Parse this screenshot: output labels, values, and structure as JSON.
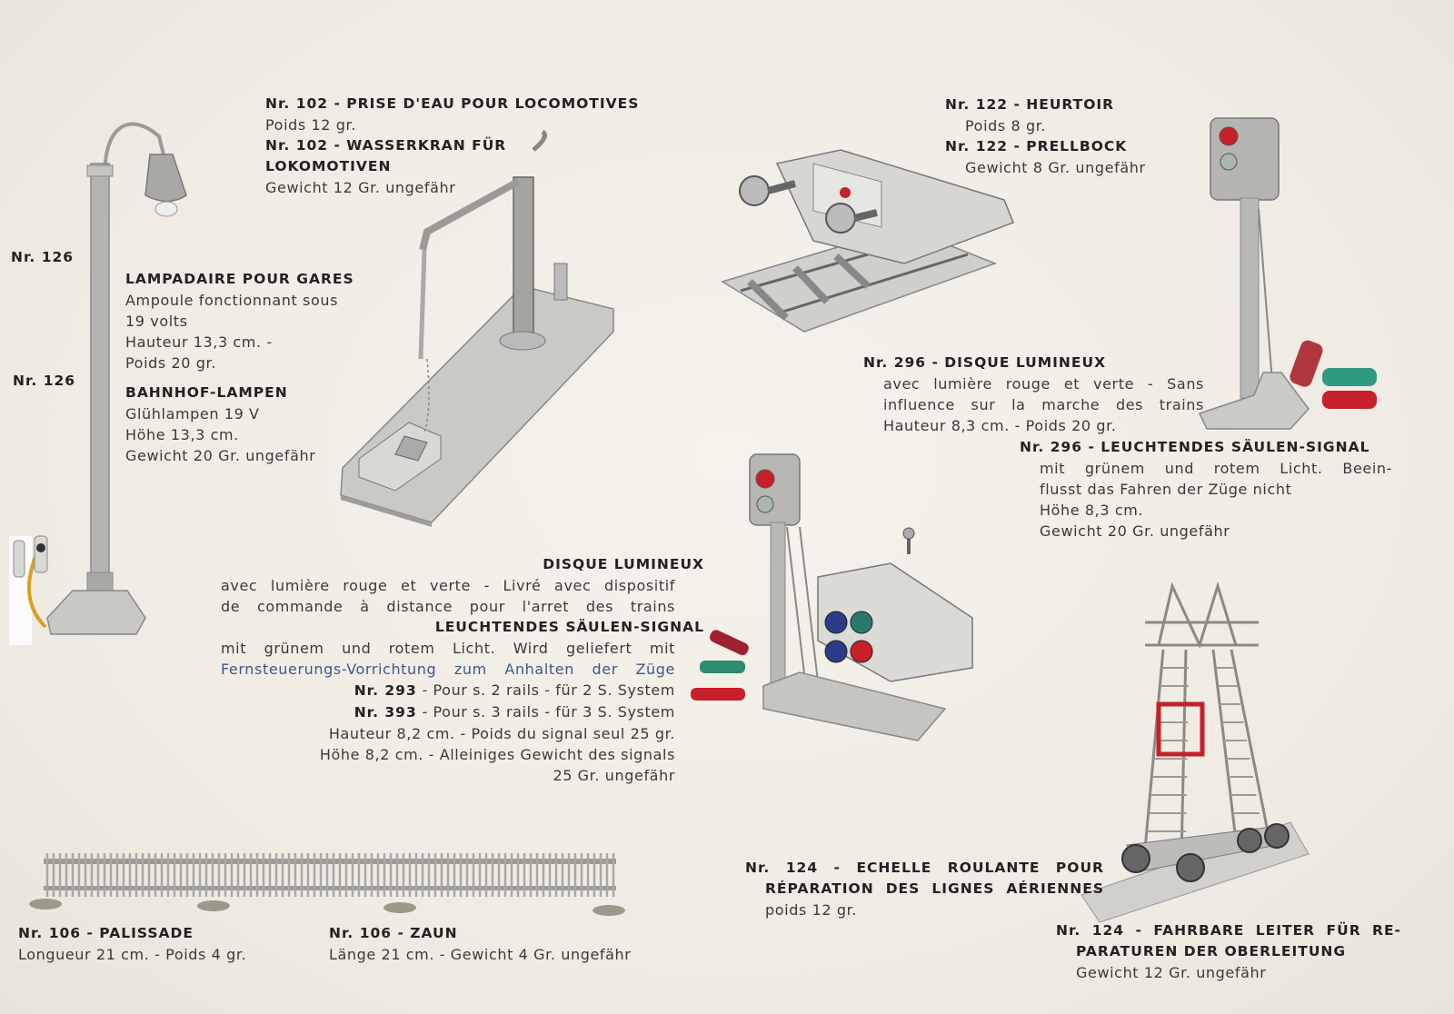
{
  "lamp": {
    "label_fr": "Nr. 126",
    "label_de": "Nr. 126",
    "title_fr": "LAMPADAIRE POUR GARES",
    "fr_lines": [
      "Ampoule fonctionnant sous",
      "19 volts",
      "Hauteur 13,3 cm. -",
      "Poids 20 gr."
    ],
    "title_de": "BAHNHOF-LAMPEN",
    "de_lines": [
      "Glühlampen 19 V",
      "Höhe 13,3 cm.",
      "Gewicht 20 Gr. ungefähr"
    ]
  },
  "water_crane": {
    "title_fr": "Nr. 102 - PRISE D'EAU POUR LOCOMOTIVES",
    "weight_fr": "Poids 12 gr.",
    "title_de_1": "Nr. 102 - WASSERKRAN FÜR",
    "title_de_2": "LOKOMOTIVEN",
    "weight_de": "Gewicht 12 Gr. ungefähr"
  },
  "buffer": {
    "title_fr": "Nr. 122 - HEURTOIR",
    "weight_fr": "Poids 8 gr.",
    "title_de": "Nr. 122 - PRELLBOCK",
    "weight_de": "Gewicht 8 Gr. ungefähr"
  },
  "signal_296": {
    "title_fr": "Nr. 296 - DISQUE LUMINEUX",
    "fr_lines": [
      "avec lumière rouge et verte - Sans",
      "influence sur la marche des trains",
      "Hauteur 8,3 cm. - Poids 20 gr."
    ],
    "title_de": "Nr. 296 - LEUCHTENDES SÄULEN-SIGNAL",
    "de_lines": [
      "mit grünem und rotem Licht. Beein-",
      "flusst das Fahren der Züge nicht",
      "Höhe 8,3 cm.",
      "Gewicht 20 Gr. ungefähr"
    ]
  },
  "signal_293": {
    "title_fr": "DISQUE LUMINEUX",
    "fr_lines": [
      "avec lumière rouge et verte - Livré avec dispositif",
      "de commande à distance pour l'arret des trains"
    ],
    "title_de": "LEUCHTENDES SÄULEN-SIGNAL",
    "de_lines": [
      "mit grünem und rotem Licht. Wird geliefert mit",
      "Fernsteuerungs-Vorrichtung zum Anhalten der Züge"
    ],
    "nr_293": "Nr. 293",
    "nr_293_text": "- Pour s. 2 rails - für 2 S. System",
    "nr_393": "Nr. 393",
    "nr_393_text": "- Pour s. 3 rails - für 3 S. System",
    "tail_lines": [
      "Hauteur 8,2 cm. - Poids du signal seul 25 gr.",
      "Höhe 8,2 cm. - Alleiniges Gewicht des signals",
      "25 Gr. ungefähr"
    ]
  },
  "fence": {
    "title_fr": "Nr. 106 - PALISSADE",
    "weight_fr": "Longueur 21 cm. - Poids 4 gr.",
    "title_de": "Nr. 106 - ZAUN",
    "weight_de": "Länge 21 cm. - Gewicht 4 Gr. ungefähr"
  },
  "ladder": {
    "title_fr_1": "Nr. 124 - ECHELLE ROULANTE POUR",
    "title_fr_2": "RÉPARATION DES LIGNES AÉRIENNES",
    "weight_fr": "poids 12 gr.",
    "title_de_1": "Nr. 124 - FAHRBARE LEITER FÜR RE-",
    "title_de_2": "PARATUREN DER OBERLEITUNG",
    "weight_de": "Gewicht 12 Gr. ungefähr"
  },
  "colors": {
    "paper": "#f2eee6",
    "metal": "#b9b9b4",
    "signal_red": "#c8202a",
    "signal_green": "#2a8a5a"
  }
}
